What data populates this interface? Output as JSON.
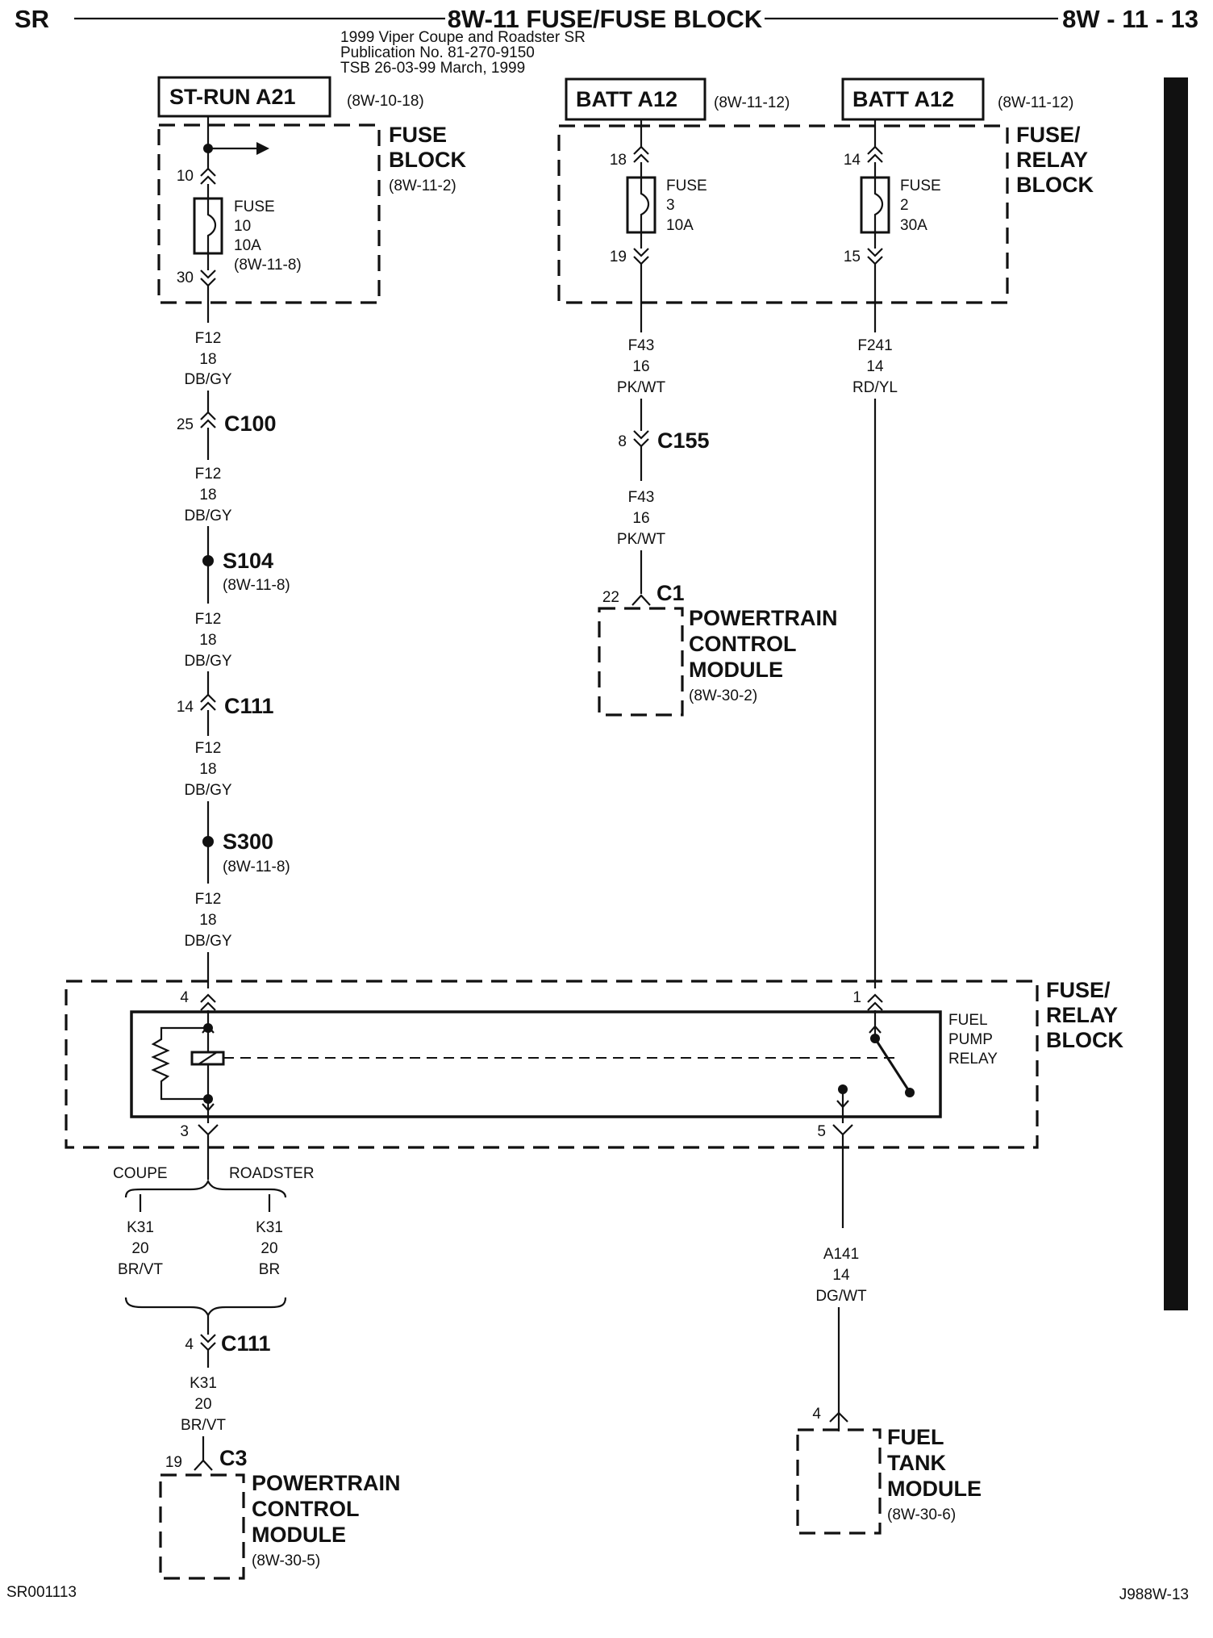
{
  "header": {
    "left": "SR",
    "title": "8W-11 FUSE/FUSE BLOCK",
    "right": "8W - 11 - 13",
    "pub_line1": "1999 Viper Coupe and Roadster   SR",
    "pub_line2": "Publication No. 81-270-9150",
    "pub_line3": "TSB 26-03-99        March, 1999"
  },
  "sources": {
    "st_run": {
      "label": "ST-RUN A21",
      "ref": "(8W-10-18)"
    },
    "batt1": {
      "label": "BATT A12",
      "ref": "(8W-11-12)"
    },
    "batt2": {
      "label": "BATT A12",
      "ref": "(8W-11-12)"
    }
  },
  "fuse_block": {
    "name1": "FUSE",
    "name2": "BLOCK",
    "ref": "(8W-11-2)",
    "pin_in": "10",
    "pin_out": "30",
    "fuse_l1": "FUSE",
    "fuse_l2": "10",
    "fuse_l3": "10A",
    "fuse_ref": "(8W-11-8)"
  },
  "frb_top": {
    "name1": "FUSE/",
    "name2": "RELAY",
    "name3": "BLOCK",
    "fuse3": {
      "pin_in": "18",
      "pin_out": "19",
      "l1": "FUSE",
      "l2": "3",
      "l3": "10A"
    },
    "fuse2": {
      "pin_in": "14",
      "pin_out": "15",
      "l1": "FUSE",
      "l2": "2",
      "l3": "30A"
    }
  },
  "left_chain": {
    "w1": {
      "circuit": "F12",
      "gauge": "18",
      "color": "DB/GY"
    },
    "c100": {
      "pin": "25",
      "name": "C100"
    },
    "w2": {
      "circuit": "F12",
      "gauge": "18",
      "color": "DB/GY"
    },
    "s104": {
      "name": "S104",
      "ref": "(8W-11-8)"
    },
    "w3": {
      "circuit": "F12",
      "gauge": "18",
      "color": "DB/GY"
    },
    "c111": {
      "pin": "14",
      "name": "C111"
    },
    "w4": {
      "circuit": "F12",
      "gauge": "18",
      "color": "DB/GY"
    },
    "s300": {
      "name": "S300",
      "ref": "(8W-11-8)"
    },
    "w5": {
      "circuit": "F12",
      "gauge": "18",
      "color": "DB/GY"
    }
  },
  "mid_chain": {
    "w1": {
      "circuit": "F43",
      "gauge": "16",
      "color": "PK/WT"
    },
    "c155": {
      "pin": "8",
      "name": "C155"
    },
    "w2": {
      "circuit": "F43",
      "gauge": "16",
      "color": "PK/WT"
    },
    "c1": {
      "pin": "22",
      "name": "C1"
    },
    "pcm": {
      "l1": "POWERTRAIN",
      "l2": "CONTROL",
      "l3": "MODULE",
      "ref": "(8W-30-2)"
    }
  },
  "right_chain": {
    "w1": {
      "circuit": "F241",
      "gauge": "14",
      "color": "RD/YL"
    }
  },
  "frb_bottom": {
    "name1": "FUSE/",
    "name2": "RELAY",
    "name3": "BLOCK",
    "pin4": "4",
    "pin1": "1",
    "pin3": "3",
    "pin5": "5",
    "relay_l1": "FUEL",
    "relay_l2": "PUMP",
    "relay_l3": "RELAY"
  },
  "bottom_left": {
    "coupe": "COUPE",
    "roadster": "ROADSTER",
    "wc": {
      "circuit": "K31",
      "gauge": "20",
      "color": "BR/VT"
    },
    "wr": {
      "circuit": "K31",
      "gauge": "20",
      "color": "BR"
    },
    "c111": {
      "pin": "4",
      "name": "C111"
    },
    "w": {
      "circuit": "K31",
      "gauge": "20",
      "color": "BR/VT"
    },
    "c3": {
      "pin": "19",
      "name": "C3"
    },
    "pcm": {
      "l1": "POWERTRAIN",
      "l2": "CONTROL",
      "l3": "MODULE",
      "ref": "(8W-30-5)"
    }
  },
  "bottom_right": {
    "w": {
      "circuit": "A141",
      "gauge": "14",
      "color": "DG/WT"
    },
    "pin": "4",
    "ftm": {
      "l1": "FUEL",
      "l2": "TANK",
      "l3": "MODULE",
      "ref": "(8W-30-6)"
    }
  },
  "footer": {
    "left": "SR001113",
    "right": "J988W-13"
  }
}
